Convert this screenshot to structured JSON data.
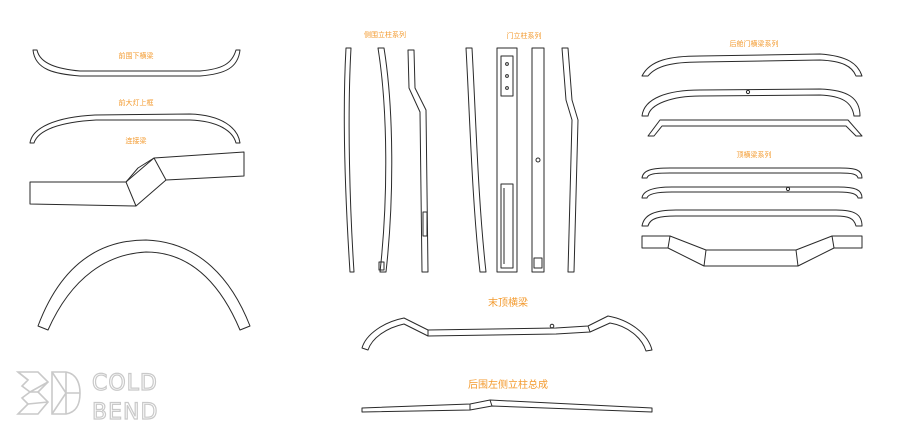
{
  "labels": {
    "front_lower_beam": "前围下横梁",
    "headlamp_frame": "前大灯上框",
    "connecting_beam": "连接梁",
    "side_pillar_series": "侧围立柱系列",
    "door_pillar_series": "门立柱系列",
    "rear_door_beam_series": "后舱门横梁系列",
    "roof_beam_series": "顶横梁系列",
    "end_roof_beam": "末顶横梁",
    "rear_left_pillar_assembly": "后围左侧立柱总成"
  },
  "logo": {
    "line1": "COLD",
    "line2": "BEND",
    "mark": "3D"
  },
  "colors": {
    "label": "#f39a2e",
    "stroke": "#2a2a2a",
    "logo": "#c9c9c9"
  }
}
